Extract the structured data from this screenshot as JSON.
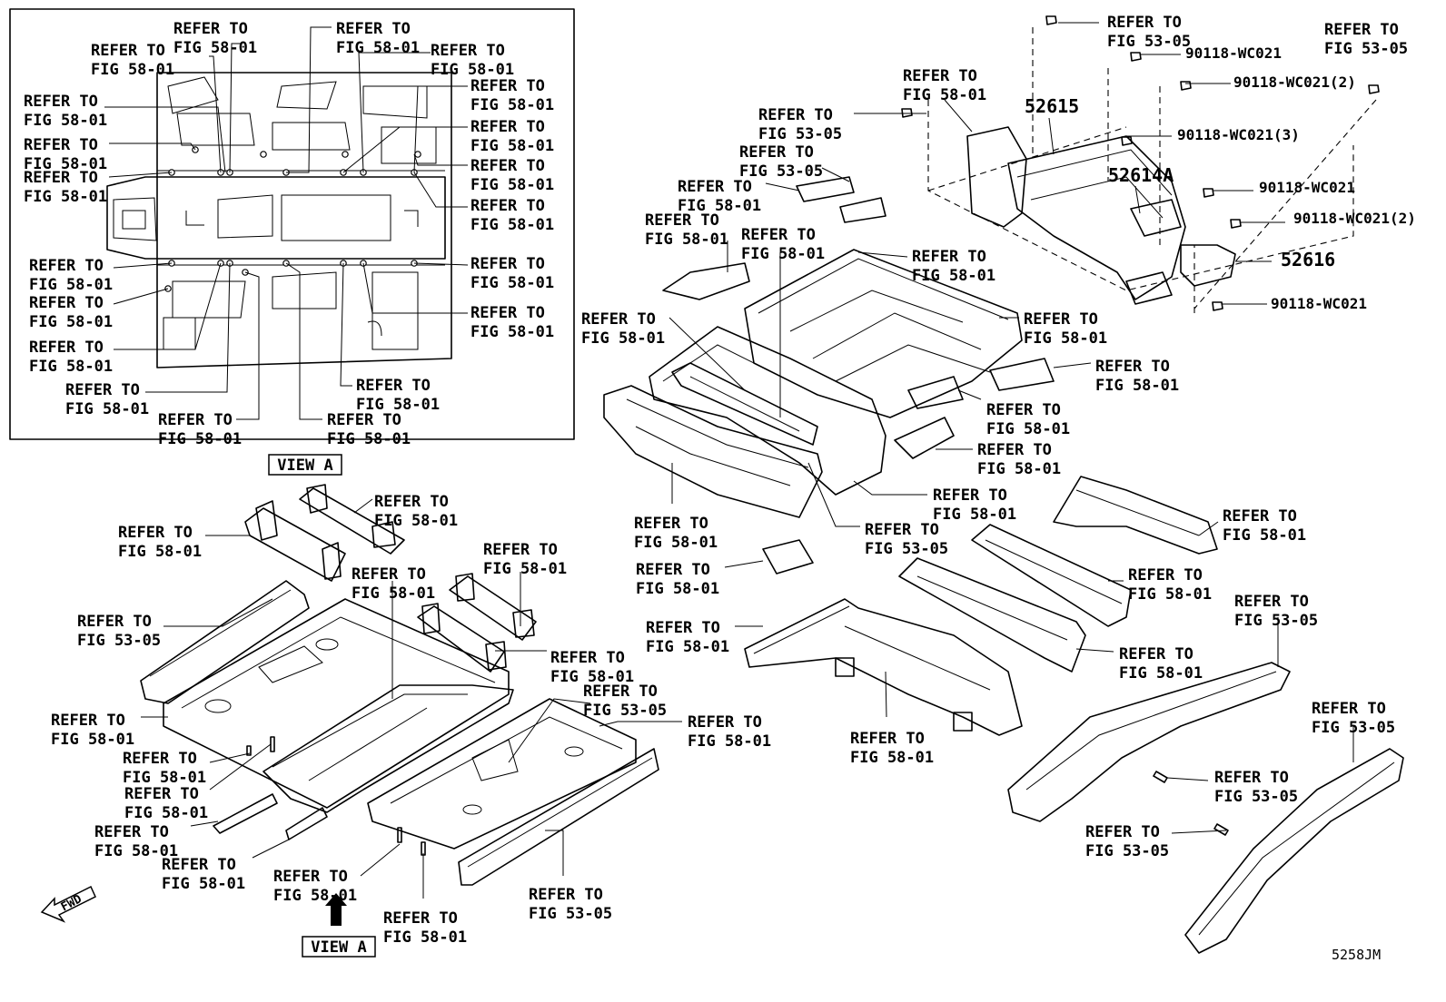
{
  "refer_58": [
    "REFER TO",
    "FIG 58-01"
  ],
  "refer_53": [
    "REFER TO",
    "FIG 53-05"
  ],
  "part_numbers": {
    "p52615": "52615",
    "p52614A": "52614A",
    "p52616": "52616",
    "b1": "90118-WC021",
    "b2": "90118-WC021(2)",
    "b3": "90118-WC021(3)",
    "b4": "90118-WC021",
    "b5": "90118-WC021(2)",
    "b6": "90118-WC021"
  },
  "view_label": "VIEW A",
  "fwd_label": "FWD",
  "figure_code": "5258JM"
}
